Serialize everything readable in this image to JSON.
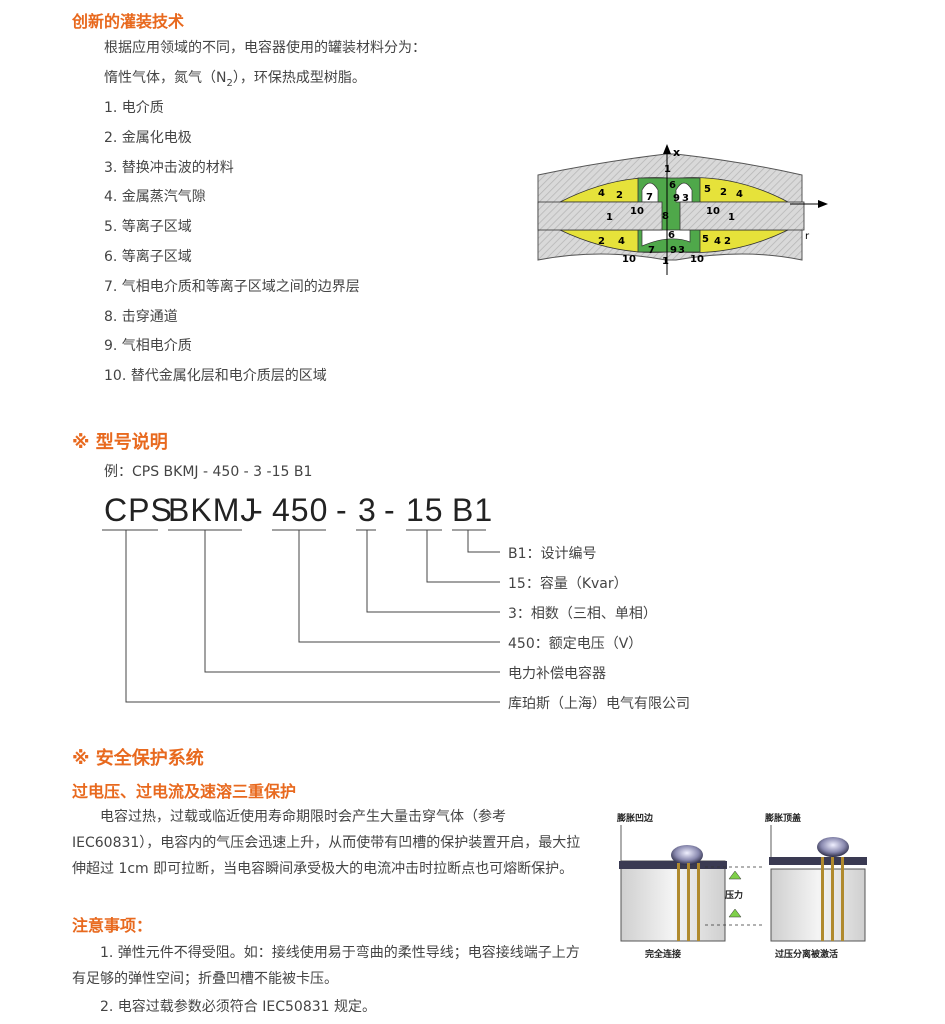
{
  "sec1": {
    "title": "创新的灌装技术",
    "intro1": "根据应用领域的不同，电容器使用的罐装材料分为：",
    "intro2a": "惰性气体，氮气（N",
    "intro2sub": "2",
    "intro2b": "），环保热成型树脂。",
    "items": [
      "1. 电介质",
      "2. 金属化电极",
      "3. 替换冲击波的材料",
      "4. 金属蒸汽气隙",
      "5. 等离子区域",
      "6. 等离子区域",
      "7. 气相电介质和等离子区域之间的边界层",
      "8. 击穿通道",
      "9. 气相电介质",
      "10. 替代金属化层和电介质层的区域"
    ],
    "diagram": {
      "axis_x": "x",
      "axis_r": "r"
    }
  },
  "sec2": {
    "title": "※ 型号说明",
    "example": "例：CPS BKMJ - 450 - 3 -15 B1",
    "parts": {
      "p1": "CPS",
      "p2": "BKMJ",
      "d1": "-",
      "p3": "450",
      "d2": "-",
      "p4": "3",
      "d3": "-",
      "p5": "15",
      "p6": "B1"
    },
    "legend": [
      "B1：设计编号",
      "15：容量（Kvar）",
      "3：相数（三相、单相）",
      "450：额定电压（V）",
      "电力补偿电容器",
      "库珀斯（上海）电气有限公司"
    ]
  },
  "sec3": {
    "title": "※ 安全保护系统",
    "subtitle": "过电压、过电流及速溶三重保护",
    "paragraph": "电容过热，过载或临近使用寿命期限时会产生大量击穿气体（参考IEC60831），电容内的气压会迅速上升，从而使带有凹槽的保护装置开启，最大拉伸超过 1cm 即可拉断，当电容瞬间承受极大的电流冲击时拉断点也可熔断保护。",
    "notes_title": "注意事项：",
    "note1": "1. 弹性元件不得受阻。如：接线使用易于弯曲的柔性导线；电容接线端子上方有足够的弹性空间；折叠凹槽不能被卡压。",
    "note2": "2. 电容过载参数必须符合 IEC50831 规定。",
    "figure": {
      "label_tl": "膨胀凹边",
      "label_tr": "膨胀顶盖",
      "label_mid": "压力",
      "label_bl": "完全连接",
      "label_br": "过压分离被激活"
    }
  }
}
